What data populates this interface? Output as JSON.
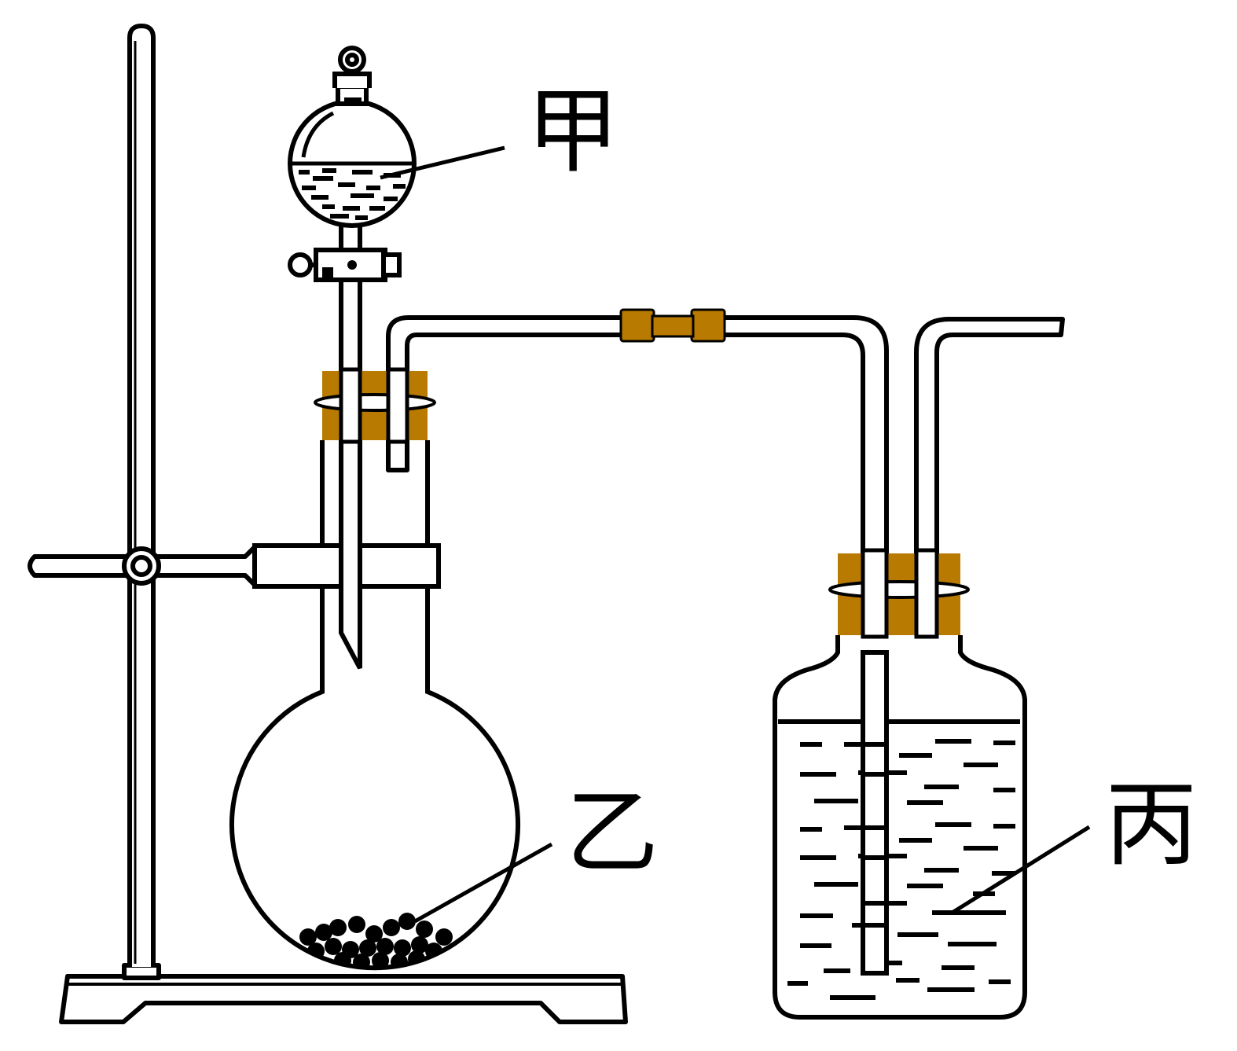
{
  "labels": {
    "jia": "甲",
    "yi": "乙",
    "bing": "丙"
  },
  "colors": {
    "line": "#000000",
    "stopper": "#b87a00",
    "background": "#ffffff"
  }
}
